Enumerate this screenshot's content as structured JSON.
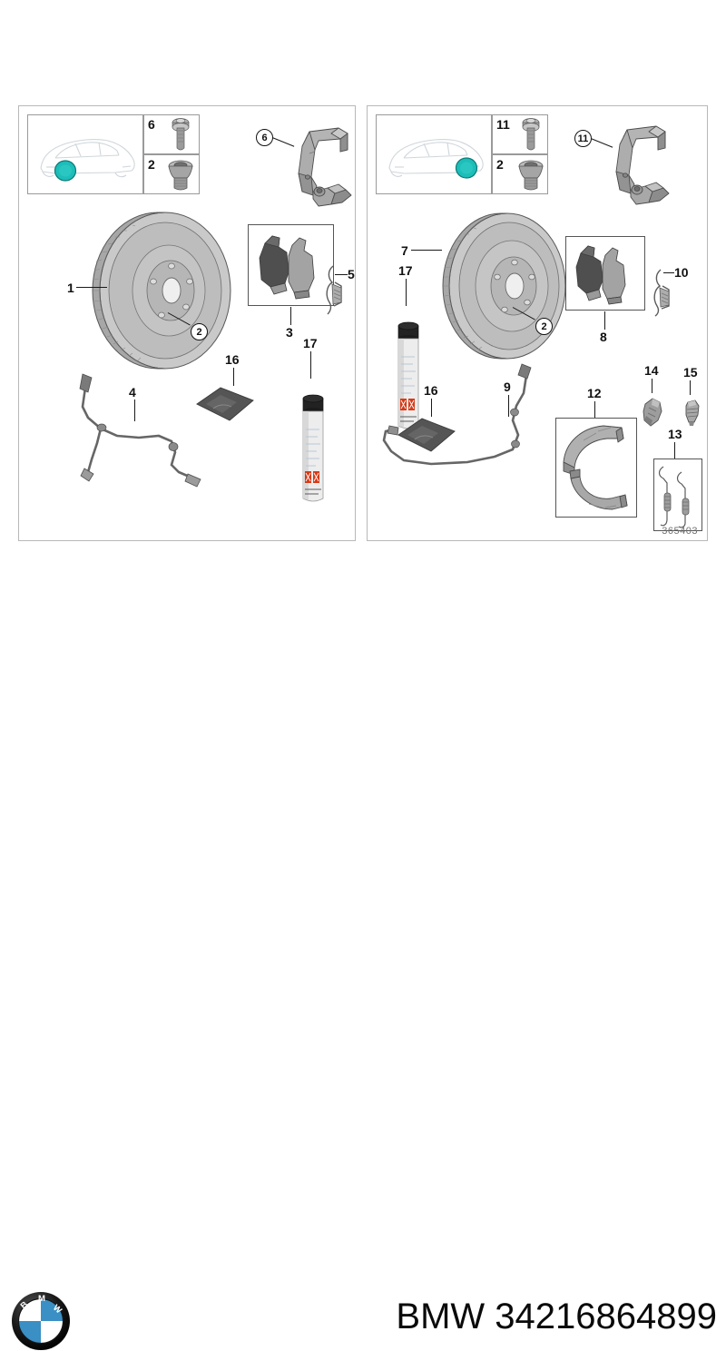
{
  "document": {
    "type": "bmw-parts-diagram",
    "diagram_number": "365403",
    "footer_brand": "BMW",
    "footer_part_number": "34216864899",
    "footer_text": "BMW 34216864899",
    "logo_name": "bmw-roundel",
    "logo_letters": "BMW"
  },
  "colors": {
    "highlight_teal": "#1dbdb8",
    "panel_border": "#b8b8b8",
    "group_border": "#555555",
    "metal_light": "#d0d0d0",
    "metal_mid": "#a9a9a9",
    "metal_dark": "#6f6f6f",
    "pad_dark": "#4a4a4a",
    "text": "#111111",
    "diagram_no_color": "#707070"
  },
  "panels": [
    {
      "id": "front-axle",
      "side": "left",
      "vehicle_highlight": "front-wheel",
      "fasteners": [
        {
          "label": "6",
          "name": "hex-flange-bolt"
        },
        {
          "label": "2",
          "name": "countersunk-disc-screw"
        }
      ],
      "callouts": [
        {
          "label": "6",
          "style": "circled",
          "part": "brake-caliper-carrier-front"
        },
        {
          "label": "1",
          "style": "plain",
          "part": "brake-disc-front-vented"
        },
        {
          "label": "2",
          "style": "circled",
          "part": "disc-retaining-screw-front"
        },
        {
          "label": "3",
          "style": "plain",
          "part": "brake-pad-set-front"
        },
        {
          "label": "5",
          "style": "plain",
          "part": "retaining-spring-clip-front"
        },
        {
          "label": "4",
          "style": "plain",
          "part": "brake-pad-wear-sensor-front"
        },
        {
          "label": "16",
          "style": "plain",
          "part": "cleaning-cloth"
        },
        {
          "label": "17",
          "style": "plain",
          "part": "brake-cleaner-spray-can"
        }
      ]
    },
    {
      "id": "rear-axle",
      "side": "right",
      "vehicle_highlight": "rear-wheel",
      "fasteners": [
        {
          "label": "11",
          "name": "hex-flange-bolt"
        },
        {
          "label": "2",
          "name": "countersunk-disc-screw"
        }
      ],
      "callouts": [
        {
          "label": "11",
          "style": "circled",
          "part": "brake-caliper-carrier-rear"
        },
        {
          "label": "7",
          "style": "plain",
          "part": "brake-disc-rear-vented"
        },
        {
          "label": "2",
          "style": "circled",
          "part": "disc-retaining-screw-rear"
        },
        {
          "label": "8",
          "style": "plain",
          "part": "brake-pad-set-rear"
        },
        {
          "label": "10",
          "style": "plain",
          "part": "retaining-spring-clip-rear"
        },
        {
          "label": "17",
          "style": "plain",
          "part": "brake-cleaner-spray-can"
        },
        {
          "label": "16",
          "style": "plain",
          "part": "cleaning-cloth"
        },
        {
          "label": "9",
          "style": "plain",
          "part": "brake-pad-wear-sensor-rear"
        },
        {
          "label": "12",
          "style": "plain",
          "part": "parking-brake-shoe-set"
        },
        {
          "label": "13",
          "style": "plain",
          "part": "parking-brake-spring-kit"
        },
        {
          "label": "14",
          "style": "plain",
          "part": "parking-brake-expander-lever"
        },
        {
          "label": "15",
          "style": "plain",
          "part": "parking-brake-adjuster-nut"
        }
      ]
    }
  ]
}
